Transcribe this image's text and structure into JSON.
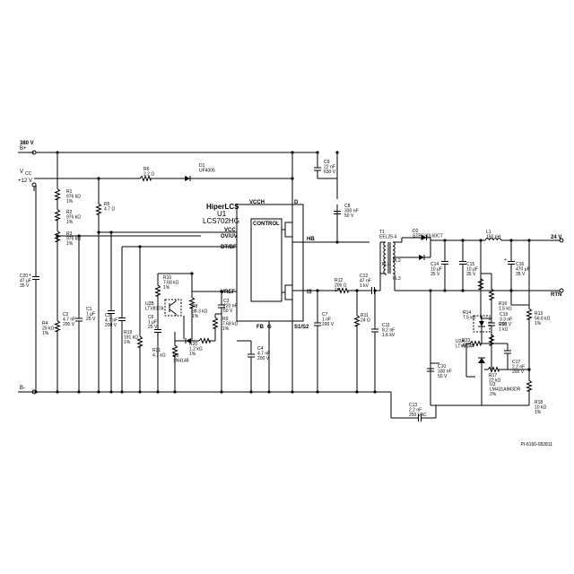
{
  "terminals": {
    "v380": [
      "380 V",
      "B+"
    ],
    "vcc": [
      "V",
      "CC",
      "+12 V"
    ],
    "bminus": [
      "B-"
    ],
    "v24": [
      "24 V"
    ],
    "rtn": [
      "RTN"
    ]
  },
  "ic": {
    "name": [
      "HiperLCS",
      "U1",
      "LCS702HG"
    ],
    "control": "CONTROL",
    "pins": {
      "vcch": "VCCH",
      "d": "D",
      "vcc": "VCC",
      "hb": "HB",
      "ovuv": "OV/UV",
      "dtbf": "DT/BF",
      "vref": "VREF",
      "is": "IS",
      "fb": "FB",
      "g": "G",
      "s1s2": "S1/S2"
    }
  },
  "components": {
    "r1": [
      "R1",
      "976 kΩ",
      "1%"
    ],
    "r2": [
      "R2",
      "976 kΩ",
      "1%"
    ],
    "r3": [
      "R3",
      "976 kΩ",
      "1%"
    ],
    "r4": [
      "R4",
      "20 kΩ",
      "1%"
    ],
    "r5": [
      "R5",
      "4.7 Ω"
    ],
    "r6": [
      "R6",
      "2.2 Ω"
    ],
    "d1": [
      "D1",
      "UF4005"
    ],
    "c9": [
      "C9",
      "22 nF",
      "630 V"
    ],
    "c8": [
      "C8",
      "330 nF",
      "50 V"
    ],
    "c20": [
      "C20",
      "47 µF",
      "35 V"
    ],
    "c2": [
      "C2",
      "4.7 nF",
      "200 V"
    ],
    "c1": [
      "C1",
      "1 µF",
      "25 V"
    ],
    "c5": [
      "C5",
      "4.7 nF",
      "200 V"
    ],
    "r19": [
      "R19",
      "191 kΩ",
      "1%"
    ],
    "c6": [
      "C6",
      "1 µF",
      "25 V"
    ],
    "r10": [
      "R10",
      "7.68 kΩ",
      "1%"
    ],
    "u2b": [
      "U2B",
      "LTV817A"
    ],
    "r8": [
      "R8",
      "38.3 kΩ",
      "1%"
    ],
    "c3": [
      "C3",
      "220 nF",
      "50 V"
    ],
    "r9": [
      "R9",
      "7.68 kΩ",
      "1%"
    ],
    "r20": [
      "R20",
      "1.2 kΩ",
      "1%"
    ],
    "d3": [
      "D3",
      "1N4148"
    ],
    "r21": [
      "R21",
      "4.7 kΩ"
    ],
    "c4": [
      "C4",
      "4.7 nF",
      "200 V"
    ],
    "r12": [
      "R12",
      "205 Ω",
      "1%"
    ],
    "c7": [
      "C7",
      "1 nF",
      "200 V"
    ],
    "r11": [
      "R11",
      "24 Ω"
    ],
    "c12": [
      "C12",
      "47 nF",
      "1 kV"
    ],
    "t1": [
      "T1",
      "EEL25.4"
    ],
    "c11": [
      "C11",
      "8.2 nF",
      "1.6 kV"
    ],
    "d2": [
      "D2",
      "STPS30L60CT"
    ],
    "c14": [
      "C14",
      "10 µF",
      "35 V"
    ],
    "c15": [
      "C15",
      "10 µF",
      "35 V"
    ],
    "l1": [
      "L1",
      "150 nH"
    ],
    "c16": [
      "C16",
      "470 µF",
      "35 V"
    ],
    "r16": [
      "R16",
      "1.5 kΩ"
    ],
    "r14": [
      "R14",
      "7.5 kΩ"
    ],
    "c19": [
      "C19",
      "3.3 nF",
      "200 V"
    ],
    "u2a": [
      "U2A",
      "LTV817A"
    ],
    "r15": [
      "R15",
      "1 kΩ"
    ],
    "r23": [
      "R23",
      "47 Ω"
    ],
    "r17": [
      "R17",
      "22 kΩ"
    ],
    "c17": [
      "C17",
      "2.2 nF",
      "200 V"
    ],
    "u3": [
      "U3",
      "LM431AIM3DR",
      "2%"
    ],
    "r13": [
      "R13",
      "56.6 kΩ",
      "1%"
    ],
    "r18": [
      "R18",
      "10 kΩ",
      "1%"
    ],
    "c10": [
      "C10",
      "330 nF",
      "50 V"
    ],
    "c13": [
      "C13",
      "2.2 nF",
      "250 VAC"
    ]
  },
  "transformer_pins": [
    "FL1",
    "FL2",
    "FL3"
  ],
  "drawing_number": "PI-6160-082811"
}
